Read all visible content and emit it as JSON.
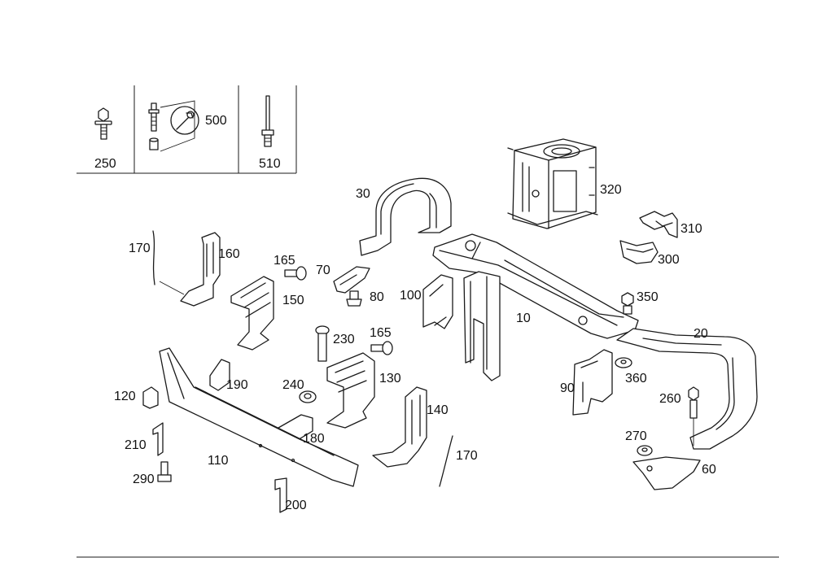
{
  "callouts": {
    "c10": "10",
    "c20": "20",
    "c30": "30",
    "c60": "60",
    "c70": "70",
    "c80": "80",
    "c90": "90",
    "c100": "100",
    "c110": "110",
    "c120": "120",
    "c130": "130",
    "c140": "140",
    "c150": "150",
    "c160": "160",
    "c165a": "165",
    "c165b": "165",
    "c170a": "170",
    "c170b": "170",
    "c180": "180",
    "c190": "190",
    "c200": "200",
    "c210": "210",
    "c230": "230",
    "c240": "240",
    "c250": "250",
    "c260": "260",
    "c270": "270",
    "c290": "290",
    "c300": "300",
    "c310": "310",
    "c320": "320",
    "c350": "350",
    "c360": "360",
    "c500": "500",
    "c510": "510"
  },
  "icons": {
    "bolt": "bolt-icon",
    "screw_set": "screw-set-icon",
    "wrench": "wrench-icon",
    "rivet": "rivet-icon"
  }
}
